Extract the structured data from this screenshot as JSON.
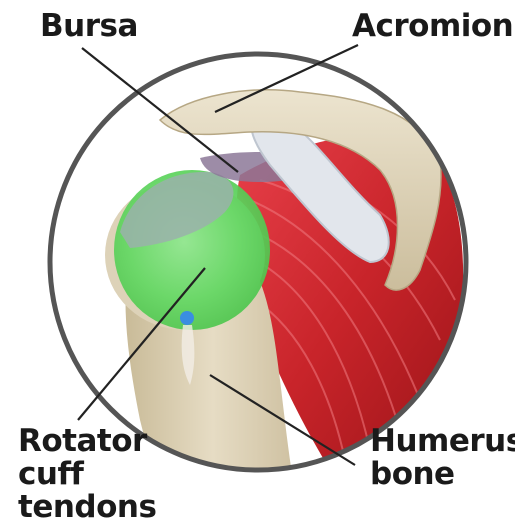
{
  "colors": {
    "muscle": "#c8242a",
    "bone": "#ddd2b8",
    "rotator_cuff_highlight": "#5ed65e",
    "bursa": "#8c7898",
    "tendon": "#e2e6ec",
    "circle_border": "#555555",
    "cartilage_blue": "#3a8ee0",
    "text": "#1a1a1a",
    "leader_line": "#222222"
  },
  "labels": {
    "bursa": "Bursa",
    "acromion": "Acromion",
    "rotator_cuff": [
      "Rotator",
      "cuff",
      "tendons"
    ],
    "humerus": [
      "Humerus",
      "bone"
    ]
  }
}
